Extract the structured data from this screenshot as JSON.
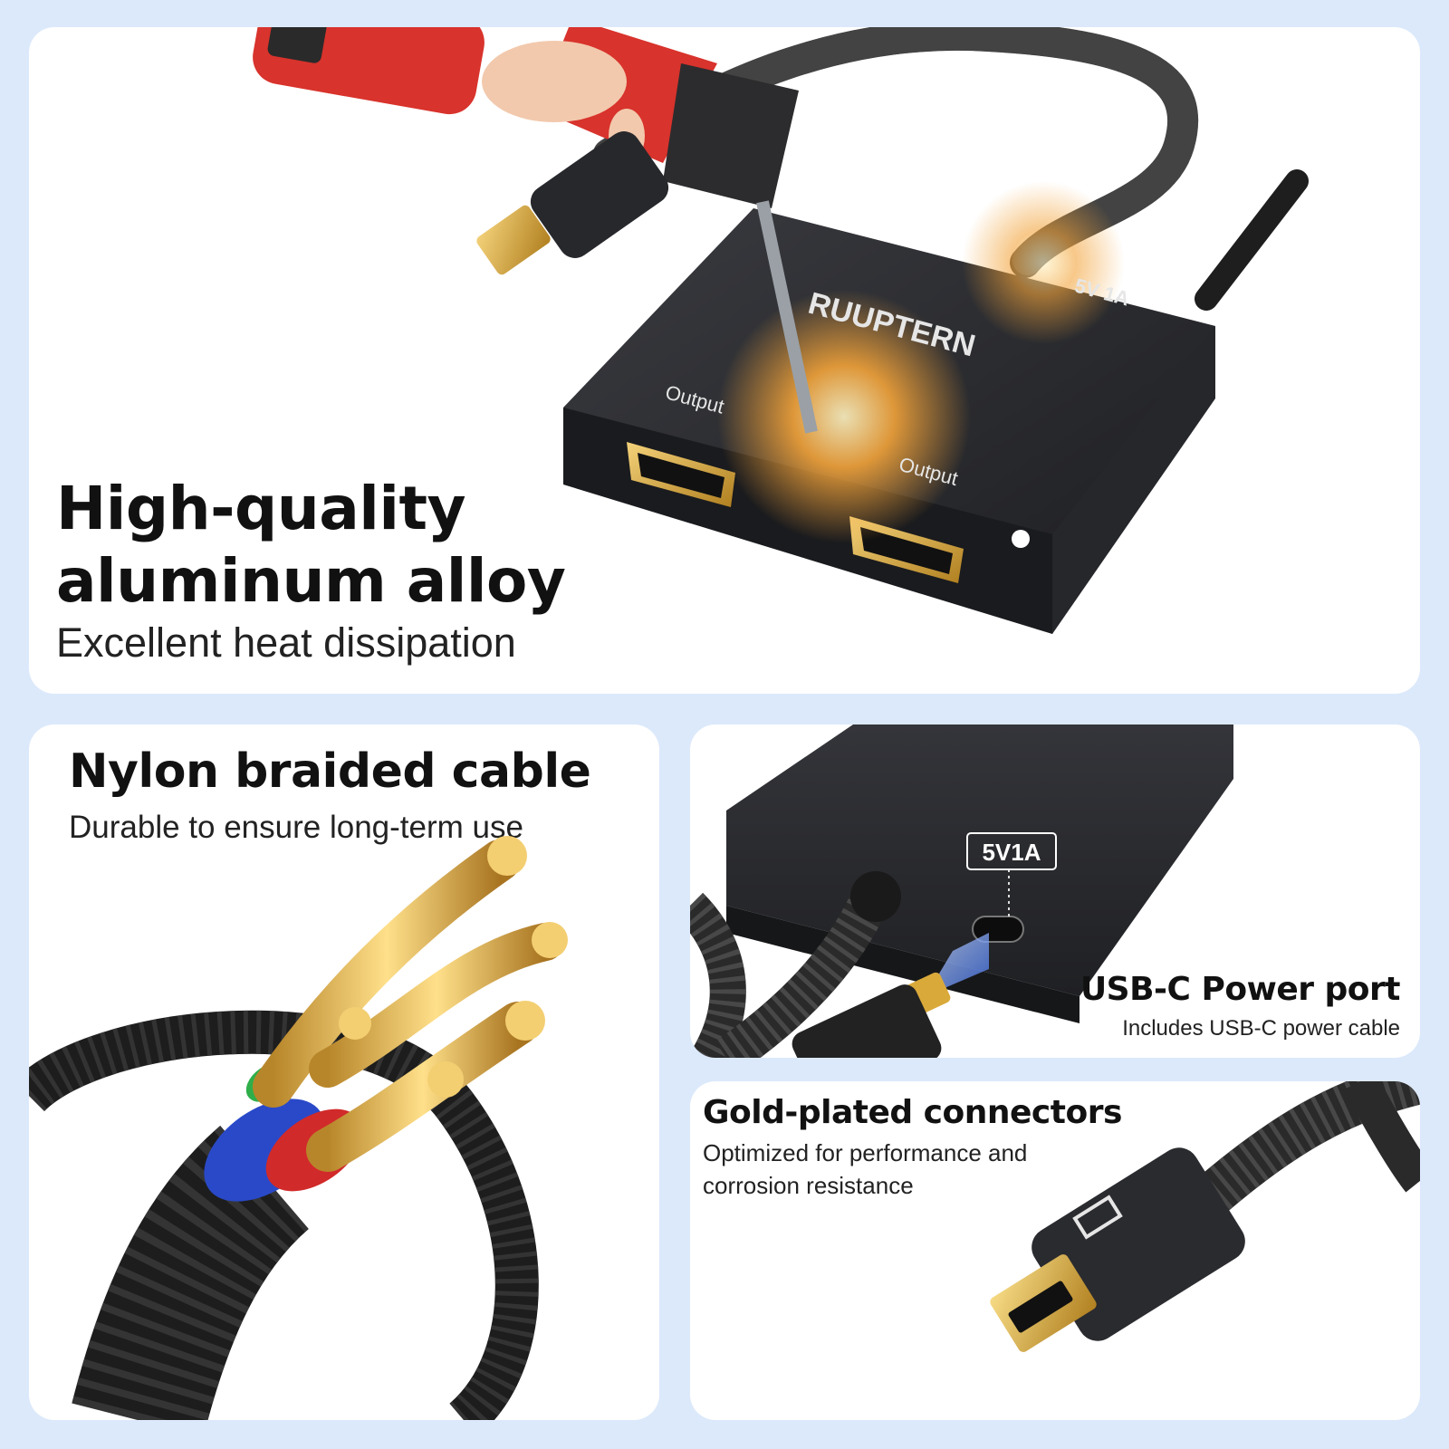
{
  "hero": {
    "title_line1": "High-quality",
    "title_line2": "aluminum alloy",
    "subtitle": "Excellent heat dissipation",
    "brand": "RUUPTERN",
    "port_label_left": "Output",
    "port_label_right": "Output",
    "power_label": "5V 1A"
  },
  "nylon": {
    "title": "Nylon braided cable",
    "subtitle": "Durable to ensure long-term use"
  },
  "usbc": {
    "badge": "5V1A",
    "title": "USB-C Power port",
    "subtitle": "Includes USB-C power cable"
  },
  "gold": {
    "title": "Gold-plated connectors",
    "subtitle_line1": "Optimized for performance and",
    "subtitle_line2": "corrosion resistance"
  },
  "colors": {
    "background": "#dce9fb",
    "panel": "#ffffff",
    "device_body": "#2b2c30",
    "gold": "#d9a93a",
    "drill_red": "#d8332c"
  }
}
